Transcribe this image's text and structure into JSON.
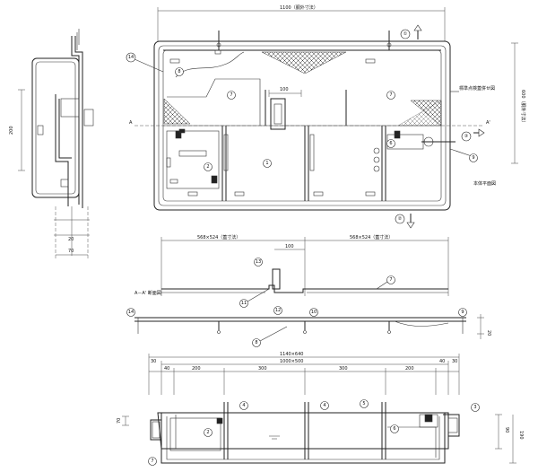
{
  "plan": {
    "top_dim": "1100（胴外寸法）",
    "right_dim": "600（胴外寸法）",
    "inner_dim": "100",
    "label_std": "標準点検蓋併せ図",
    "label_plan": "本体平面図",
    "section_mark_left": "A",
    "section_mark_right": "A'",
    "flow_top": "①",
    "flow_bottom": "②",
    "flow_right": "③"
  },
  "side": {
    "dim_200": "200",
    "dim_20": "20",
    "dim_70": "70"
  },
  "section": {
    "label": "A－A' 断面図",
    "dim_left": "568×524（蓋寸法）",
    "dim_right": "568×524（蓋寸法）",
    "dim_100": "100",
    "dim_20": "20"
  },
  "elevation": {
    "overall": "1140×640",
    "inner": "1000×500",
    "d30": "30",
    "d40a": "40",
    "d200a": "200",
    "d300a": "300",
    "d300b": "300",
    "d200b": "200",
    "d40b": "40",
    "d30b": "30",
    "d70": "70",
    "d90": "90",
    "d190": "190"
  },
  "bubbles": [
    "1",
    "2",
    "3",
    "4",
    "5",
    "6",
    "7",
    "8",
    "9",
    "10",
    "11",
    "12",
    "13",
    "14"
  ]
}
